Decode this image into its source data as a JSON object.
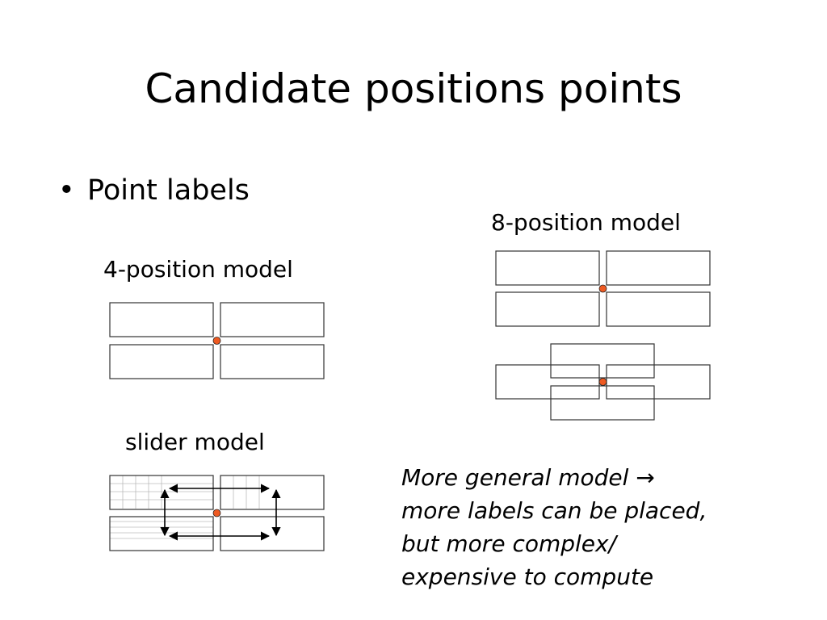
{
  "slide": {
    "title": "Candidate positions points",
    "bullet": "Point labels",
    "bullet_glyph": "•"
  },
  "diagrams": {
    "four_position": {
      "caption": "4-position model"
    },
    "eight_position": {
      "caption": "8-position model"
    },
    "slider": {
      "caption": "slider model"
    }
  },
  "note": {
    "lines": [
      "More general model →",
      "more labels can be placed,",
      "but more complex/",
      "expensive to compute"
    ]
  },
  "colors": {
    "point": "#ee5a22",
    "box_stroke": "#333333"
  }
}
